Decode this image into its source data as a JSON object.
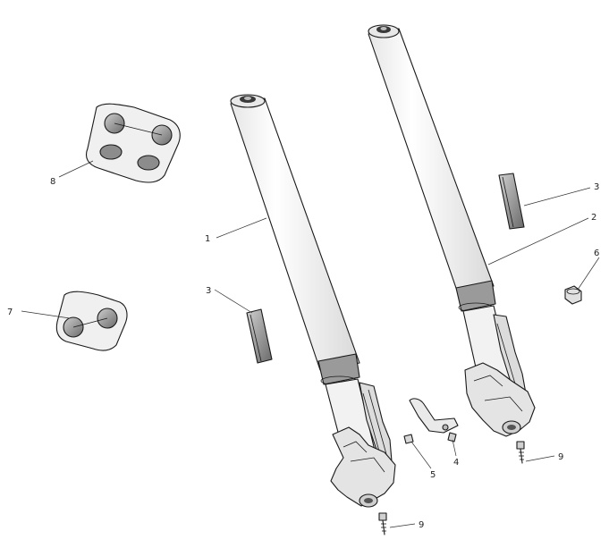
{
  "callouts": {
    "c1": "1",
    "c2": "2",
    "c3a": "3",
    "c3b": "3",
    "c4": "4",
    "c5": "5",
    "c6": "6",
    "c7": "7",
    "c8": "8",
    "c9a": "9",
    "c9b": "9"
  },
  "colors": {
    "tube_fill": "#f4f4f4",
    "part_grey": "#8c8c8c",
    "dark": "#3a3a3a",
    "line": "#1a1a1a"
  }
}
